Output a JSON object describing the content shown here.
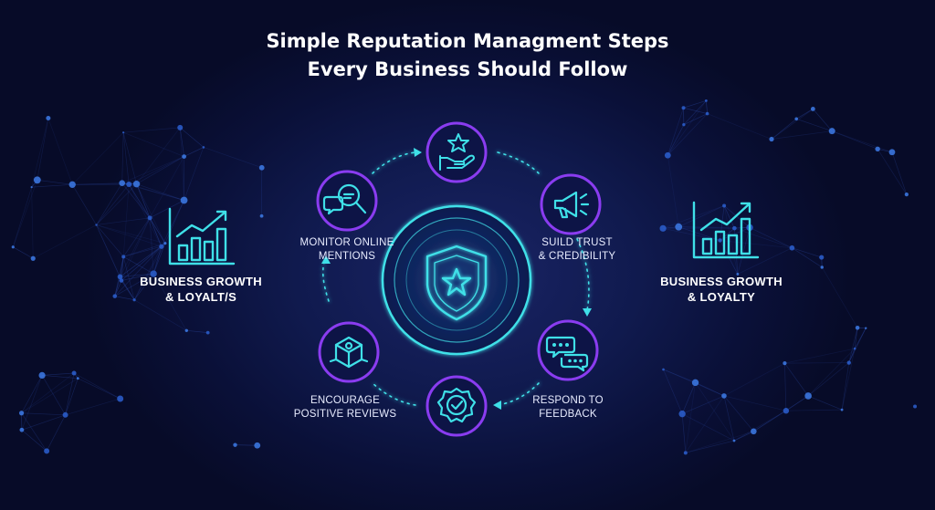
{
  "title": {
    "line1": "Simple Reputation Managment Steps",
    "line2": "Every Business Should Follow"
  },
  "steps": [
    {
      "line1": "",
      "line2": "",
      "icon": "star-hand-icon"
    },
    {
      "line1": "SUILD TRUST",
      "line2": "& CREDIBILITY",
      "icon": "megaphone-icon"
    },
    {
      "line1": "RESPOND TO",
      "line2": "FEEDBACK",
      "icon": "chat-bubbles-icon"
    },
    {
      "line1": "",
      "line2": "",
      "icon": "badge-check-icon"
    },
    {
      "line1": "ENCOURAGE",
      "line2": "POSITIVE REVIEWS",
      "icon": "review-box-icon"
    },
    {
      "line1": "MONITOR ONLINE",
      "line2": "MENTIONS",
      "icon": "magnifier-icon"
    }
  ],
  "center": {
    "icon": "shield-star-icon"
  },
  "left_panel": {
    "line1": "BUSINESS GROWTH",
    "line2": "& LOYALT/S",
    "icon": "growth-chart-icon"
  },
  "right_panel": {
    "line1": "BUSINESS GROWTH",
    "line2": "& LOYALTY",
    "icon": "growth-chart-icon"
  },
  "colors": {
    "accent": "#3fe0e8",
    "ring": "#8a3cf0",
    "background": "#0c1240"
  }
}
